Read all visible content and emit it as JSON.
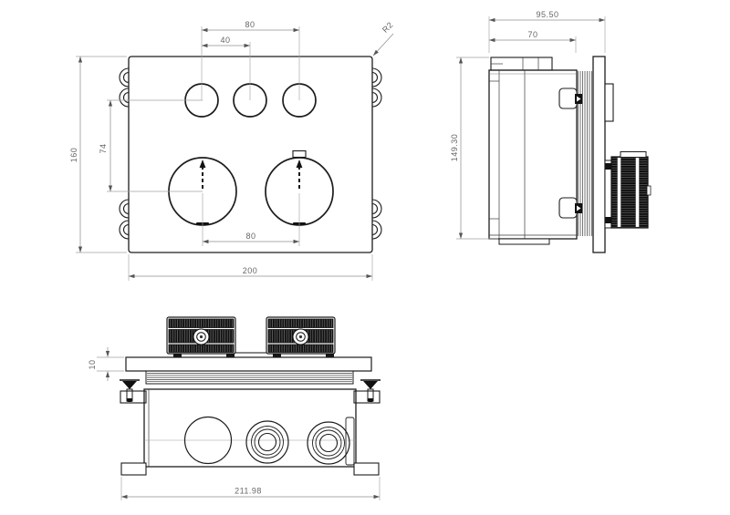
{
  "front_view": {
    "dim_port_span": "80",
    "dim_port_half_span": "40",
    "dim_plate_height": "160",
    "dim_row_offset": "74",
    "dim_knob_span": "80",
    "dim_plate_width": "200",
    "corner_radius": "R2"
  },
  "side_view": {
    "dim_overall_depth": "95.50",
    "dim_body_depth": "70",
    "dim_body_height": "149.30"
  },
  "bottom_view": {
    "dim_plate_thickness": "10",
    "dim_overall_width": "211.98"
  },
  "colors": {
    "object_line": "#1c1c1c",
    "dimension_line": "#8f8f8f",
    "dimension_text": "#666666",
    "knob_fill": "#0f0f0f",
    "background": "#ffffff"
  }
}
